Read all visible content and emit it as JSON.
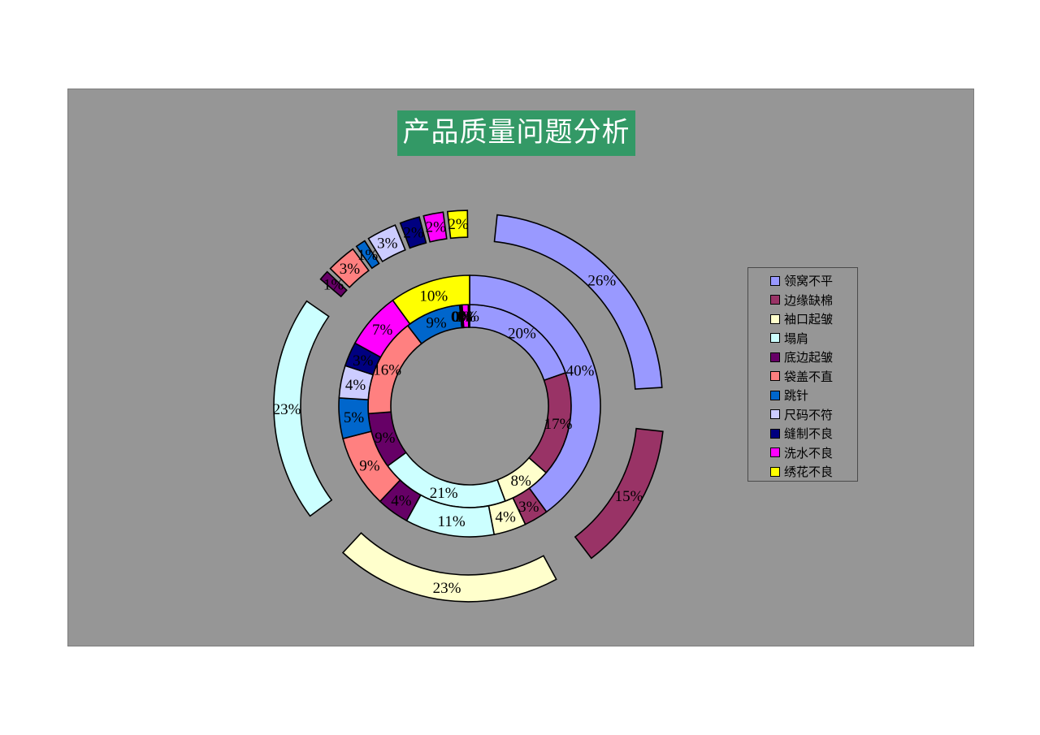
{
  "title": {
    "text": "产品质量问题分析",
    "bg": "#339966",
    "color": "#FFFFFF"
  },
  "chart_area": {
    "bg": "#969696",
    "border": "#7D7D7D"
  },
  "legend": {
    "position": "right",
    "items": [
      {
        "label": "领窝不平",
        "color": "#9999FF"
      },
      {
        "label": "边缘缺棉",
        "color": "#993366"
      },
      {
        "label": "袖口起皱",
        "color": "#FFFFCC"
      },
      {
        "label": "塌肩",
        "color": "#CCFFFF"
      },
      {
        "label": "底边起皱",
        "color": "#660066"
      },
      {
        "label": "袋盖不直",
        "color": "#FF8080"
      },
      {
        "label": "跳针",
        "color": "#0066CC"
      },
      {
        "label": "尺码不符",
        "color": "#CCCCFF"
      },
      {
        "label": "缝制不良",
        "color": "#000080"
      },
      {
        "label": "洗水不良",
        "color": "#FF00FF"
      },
      {
        "label": "绣花不良",
        "color": "#FFFF00"
      }
    ]
  },
  "chart_data": {
    "type": "pie",
    "subtype": "multi-ring-doughnut",
    "title": "产品质量问题分析",
    "categories": [
      "领窝不平",
      "边缘缺棉",
      "袖口起皱",
      "塌肩",
      "底边起皱",
      "袋盖不直",
      "跳针",
      "尺码不符",
      "缝制不良",
      "洗水不良",
      "绣花不良"
    ],
    "palette": [
      "#9999FF",
      "#993366",
      "#FFFFCC",
      "#CCFFFF",
      "#660066",
      "#FF8080",
      "#0066CC",
      "#CCCCFF",
      "#000080",
      "#FF00FF",
      "#FFFF00"
    ],
    "start_angle_deg": 0,
    "direction": "clockwise",
    "label_format": "percent",
    "legend_position": "right",
    "series": [
      {
        "name": "inner-ring",
        "values": [
          20,
          17,
          8,
          21,
          9,
          16,
          9,
          0,
          0,
          1,
          0
        ],
        "exploded": false
      },
      {
        "name": "middle-ring",
        "values": [
          40,
          3,
          4,
          11,
          4,
          9,
          5,
          4,
          3,
          7,
          10
        ],
        "exploded": false
      },
      {
        "name": "outer-ring",
        "values": [
          26,
          15,
          23,
          23,
          1,
          3,
          1,
          3,
          2,
          2,
          2
        ],
        "exploded": true
      }
    ]
  }
}
